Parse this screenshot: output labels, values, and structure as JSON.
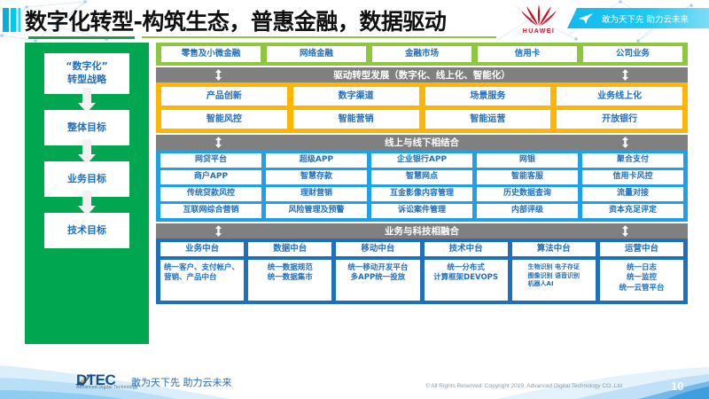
{
  "header": {
    "title": "数字化转型-构筑生态，普惠金融，数据驱动",
    "brand_word": "HUAWEI",
    "banner_text": "敢为天下先 助力云未来"
  },
  "strategy": {
    "items": [
      {
        "label": "“数字化”\n转型战略"
      },
      {
        "label": "整体目标"
      },
      {
        "label": "业务目标"
      },
      {
        "label": "技术目标"
      }
    ]
  },
  "business_lines": [
    "零售及小微金融",
    "网络金融",
    "金融市场",
    "信用卡",
    "公司业务"
  ],
  "dividers": {
    "drive": "驱动转型发展（数字化、线上化、智能化）",
    "online_offline": "线上与线下相结合",
    "fusion": "业务与科技相融合"
  },
  "drive_grid": {
    "rows": [
      [
        "产品创新",
        "数字渠道",
        "场景服务",
        "业务线上化"
      ],
      [
        "智能风控",
        "智能营销",
        "智能运营",
        "开放银行"
      ]
    ]
  },
  "capability_grid": {
    "rows": [
      [
        "网贷平台",
        "超级APP",
        "企业银行APP",
        "网银",
        "聚合支付"
      ],
      [
        "商户APP",
        "智慧存款",
        "智慧网点",
        "智能客服",
        "信用卡风控"
      ],
      [
        "传统贷款风控",
        "理财营销",
        "互金影像内容管理",
        "历史数据查询",
        "流量对接"
      ],
      [
        "互联网综合营销",
        "风险管理及预警",
        "诉讼案件管理",
        "内部评级",
        "资本充足评定"
      ]
    ]
  },
  "platforms": [
    {
      "head": "业务中台",
      "body": "统一客户、支付帐户、营销、产品中台",
      "small": false
    },
    {
      "head": "数据中台",
      "body": "统一数据规范\n统一数据集市",
      "small": false
    },
    {
      "head": "移动中台",
      "body": "统一移动开发平台\n多APP统一投放",
      "small": false
    },
    {
      "head": "技术中台",
      "body": "统一分布式\n计算框架DEVOPS",
      "small": false
    },
    {
      "head": "算法中台",
      "body": "生物识别  电子存证\n图像识别  语音识别\n机器人AI",
      "small": true
    },
    {
      "head": "运营中台",
      "body": "统一日志\n统一监控\n统一云管平台",
      "small": false
    }
  ],
  "footer": {
    "logo_word": "DTEC",
    "logo_tagline": "Advanced Digital Technology",
    "slogan": "敢为天下先   助力云未来",
    "copyright": "© All Rights Reserved. Copyright 2019, Advanced Digital Technology CO.,Ltd",
    "page_number": "10"
  },
  "colors": {
    "green_band": "#8dc63f",
    "strategy_green": "#00a650",
    "orange": "#ffb600",
    "blue": "#1fa0e8",
    "dark_blue": "#1f6fbf",
    "divider_gray": "#808080",
    "text_blue": "#1f6fbf",
    "huawei_red": "#cf1020",
    "banner_cyan": "#12b9ee"
  }
}
